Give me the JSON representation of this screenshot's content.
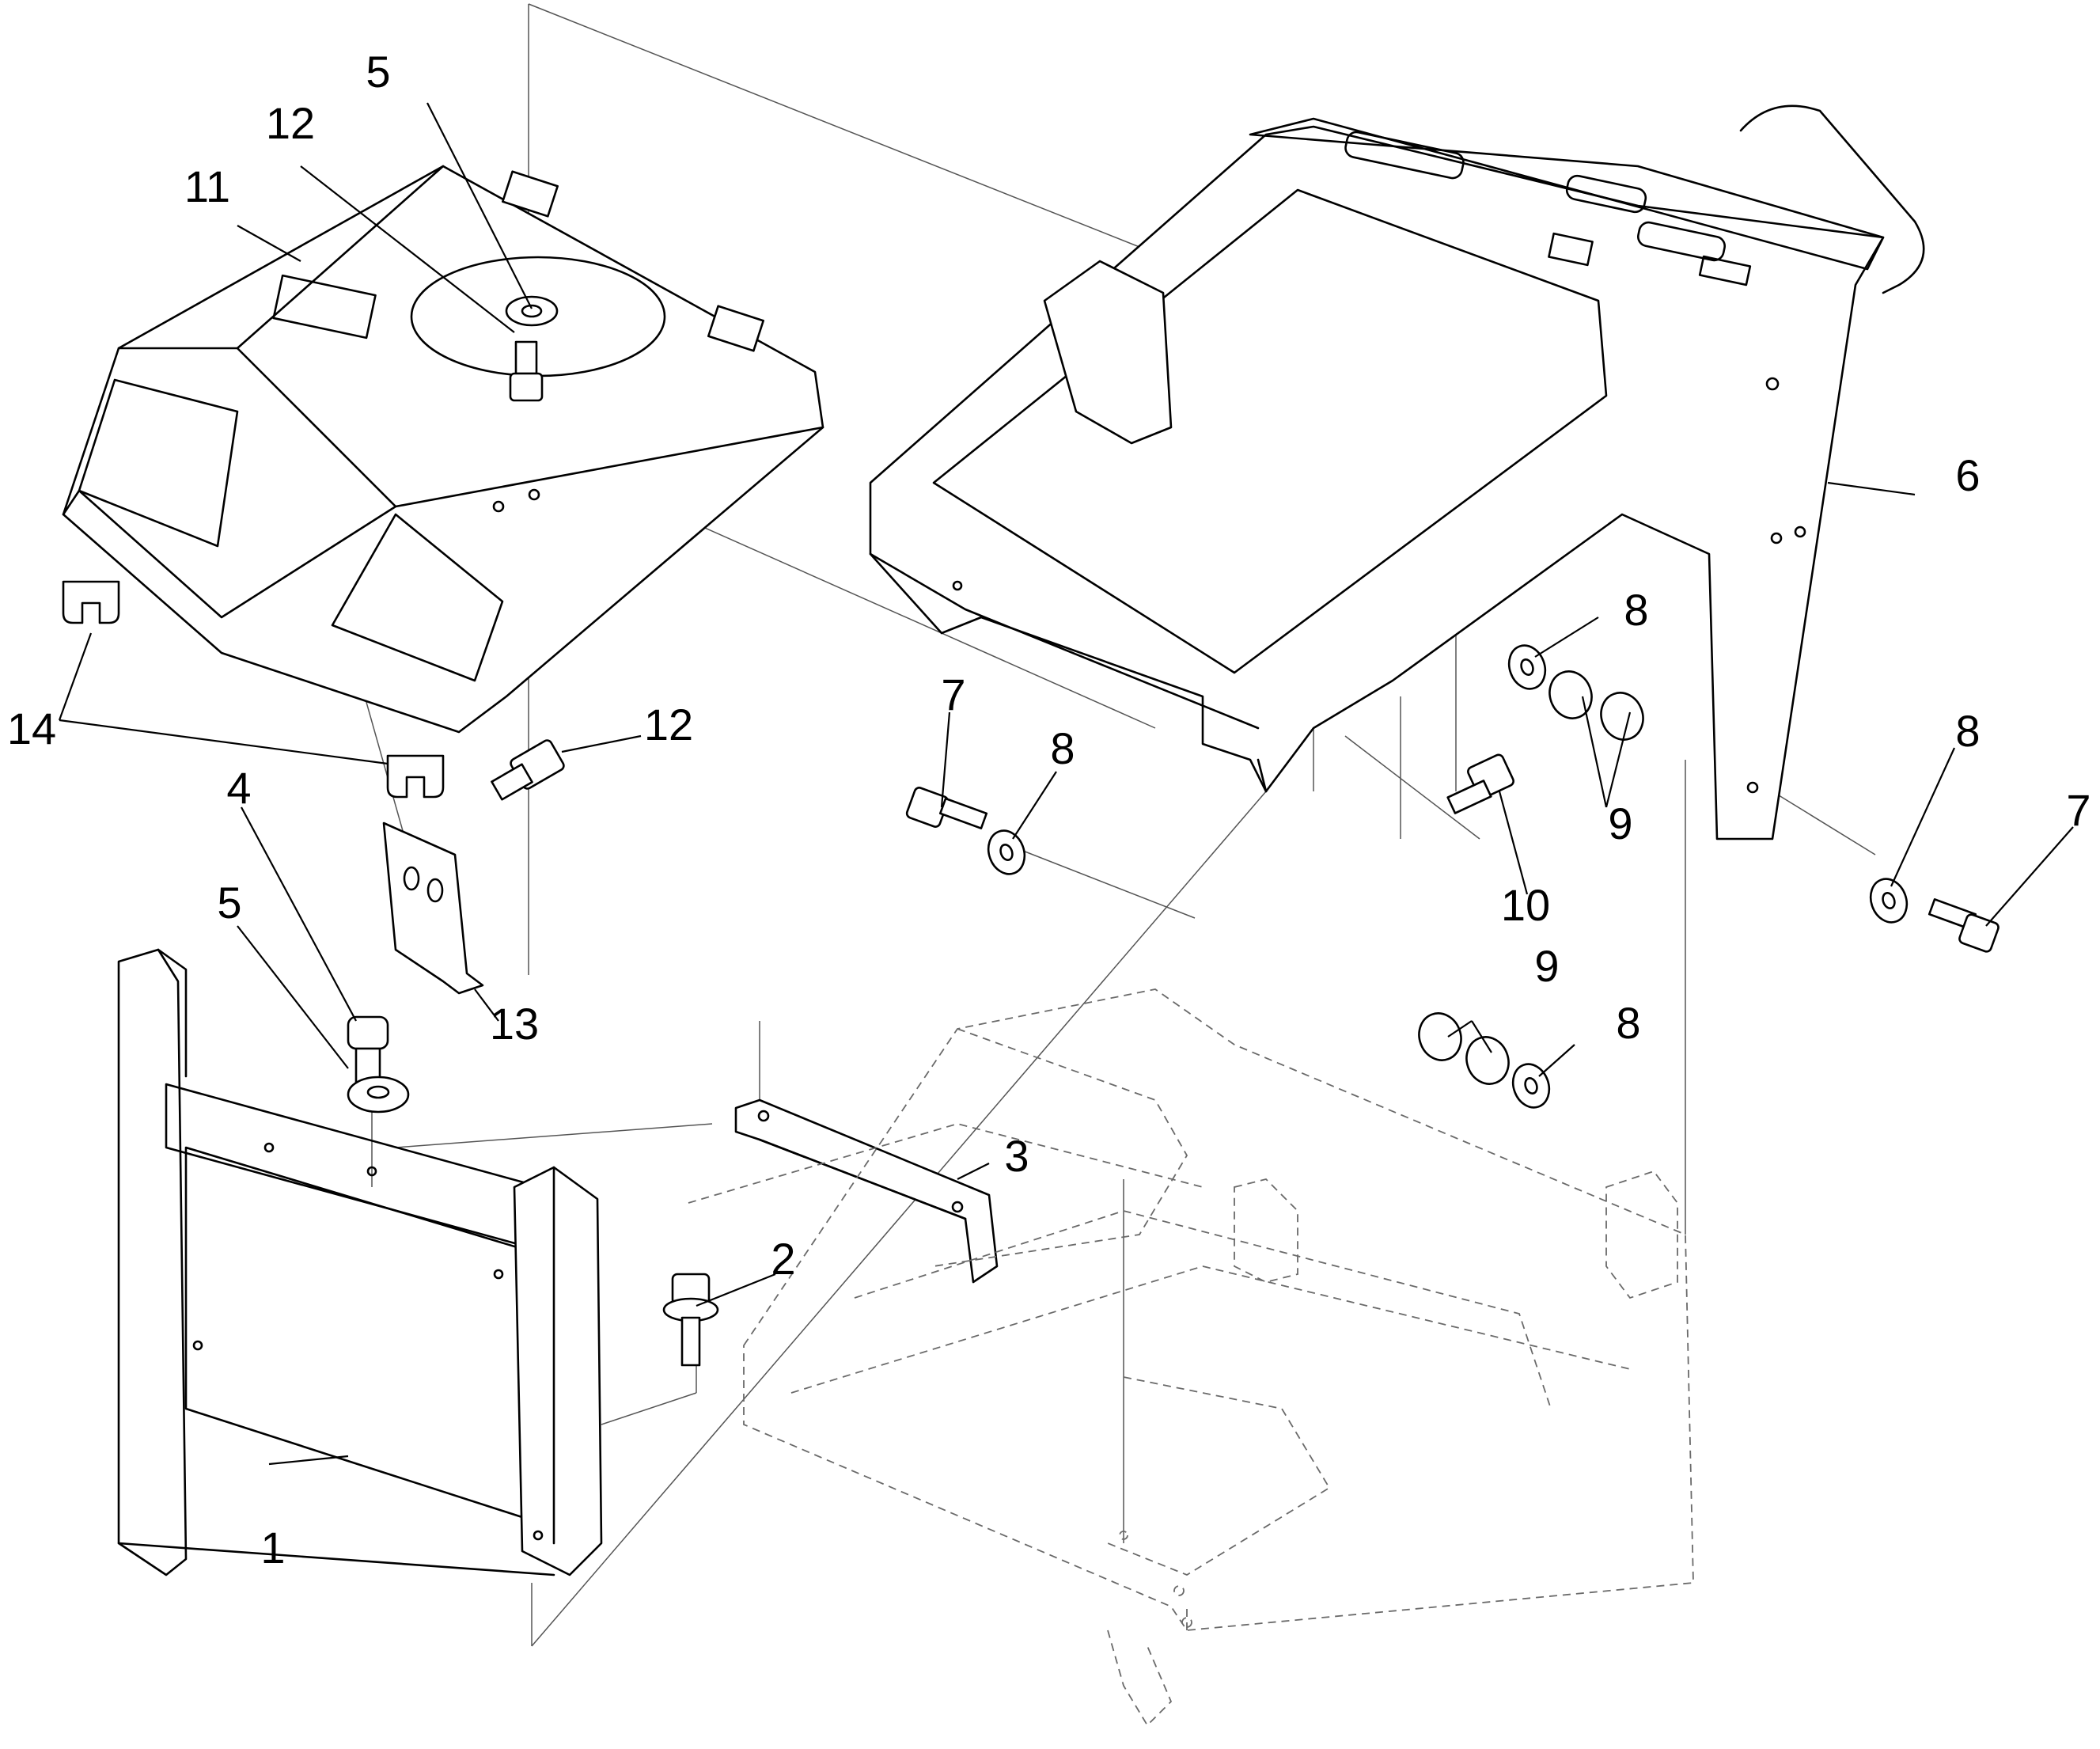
{
  "callouts": [
    {
      "id": "c1",
      "label": "1"
    },
    {
      "id": "c2",
      "label": "2"
    },
    {
      "id": "c3",
      "label": "3"
    },
    {
      "id": "c4",
      "label": "4"
    },
    {
      "id": "c5a",
      "label": "5"
    },
    {
      "id": "c5b",
      "label": "5"
    },
    {
      "id": "c6",
      "label": "6"
    },
    {
      "id": "c7a",
      "label": "7"
    },
    {
      "id": "c7b",
      "label": "7"
    },
    {
      "id": "c8a",
      "label": "8"
    },
    {
      "id": "c8b",
      "label": "8"
    },
    {
      "id": "c8c",
      "label": "8"
    },
    {
      "id": "c8d",
      "label": "8"
    },
    {
      "id": "c9a",
      "label": "9"
    },
    {
      "id": "c9b",
      "label": "9"
    },
    {
      "id": "c10",
      "label": "10"
    },
    {
      "id": "c11",
      "label": "11"
    },
    {
      "id": "c12a",
      "label": "12"
    },
    {
      "id": "c12b",
      "label": "12"
    },
    {
      "id": "c13",
      "label": "13"
    },
    {
      "id": "c14",
      "label": "14"
    }
  ]
}
